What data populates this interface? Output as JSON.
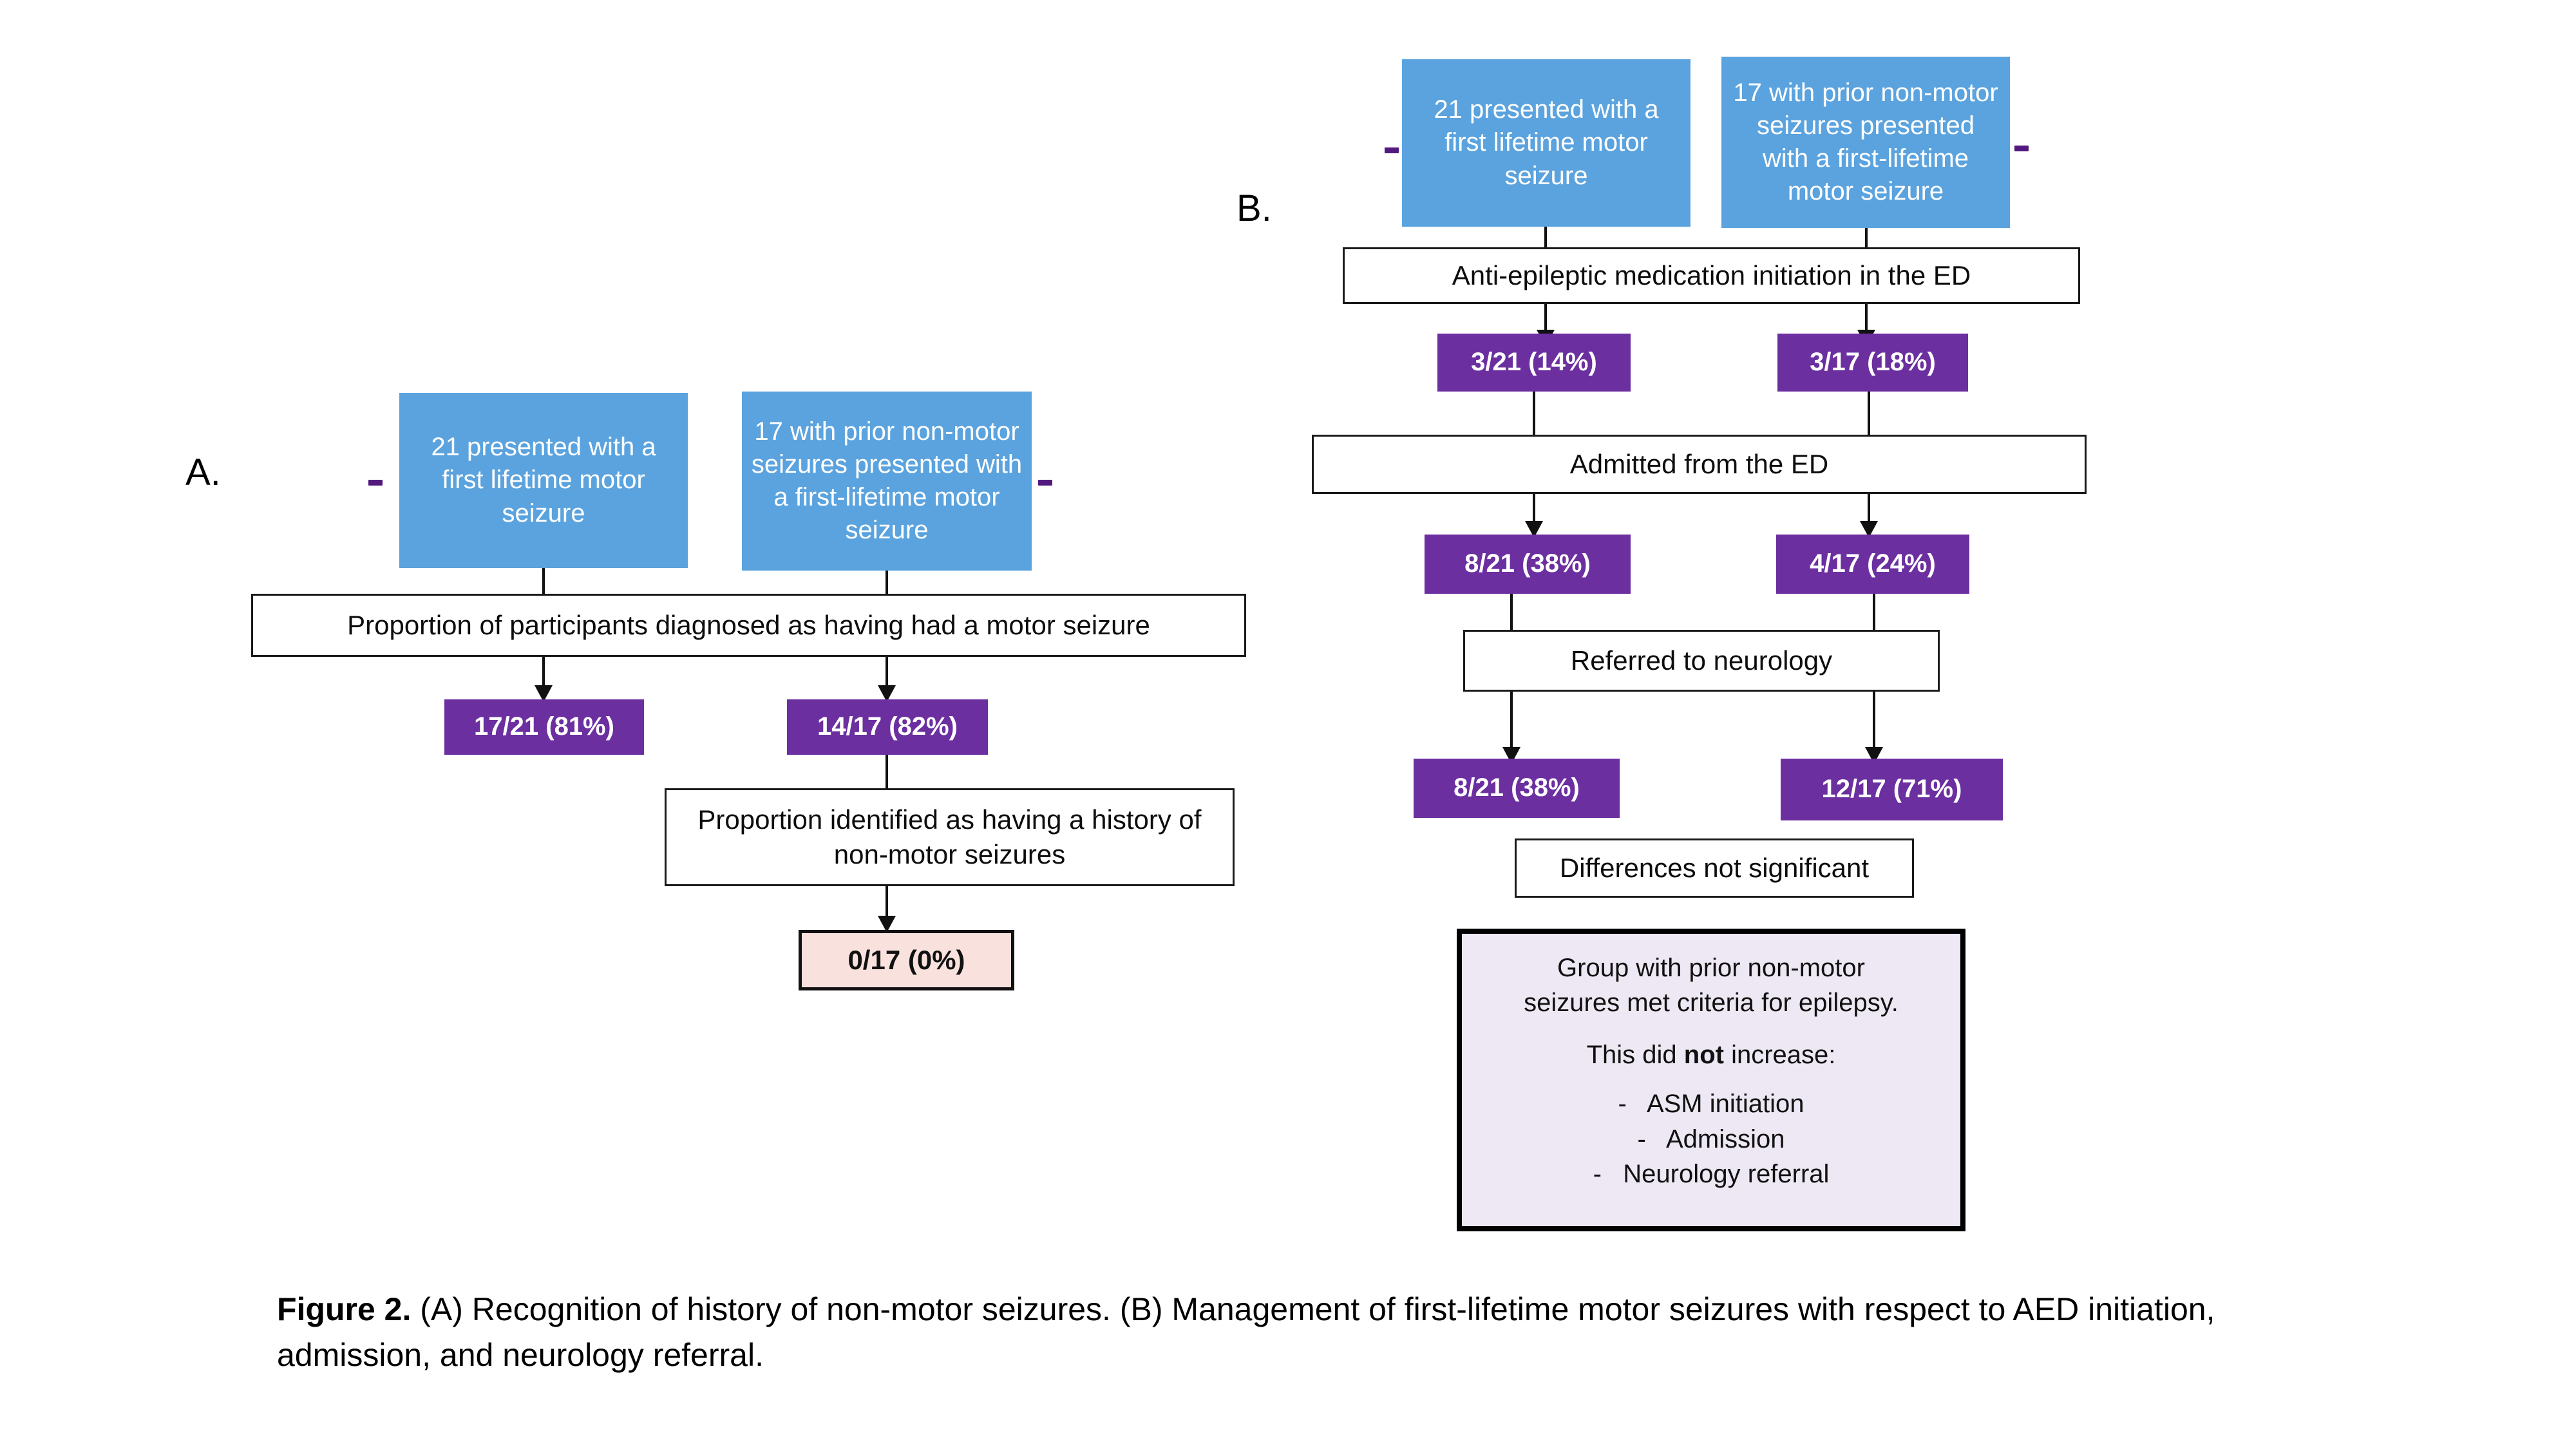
{
  "figure": {
    "caption_bold": "Figure 2.",
    "caption_rest": " (A) Recognition of history of non-motor seizures. (B) Management of first-lifetime motor seizures with respect to AED initiation, admission, and neurology referral."
  },
  "panel_a": {
    "letter": "A.",
    "source_left": "21 presented with a first lifetime motor seizure",
    "source_right": "17 with prior non-motor seizures presented with a first-lifetime motor seizure",
    "process_1": "Proportion of participants diagnosed as having had a motor seizure",
    "result_left": "17/21 (81%)",
    "result_right": "14/17 (82%)",
    "process_2": "Proportion identified as having a history of non-motor seizures",
    "result_final": "0/17 (0%)"
  },
  "panel_b": {
    "letter": "B.",
    "source_left": "21 presented with a first lifetime motor seizure",
    "source_right": "17 with prior non-motor seizures presented with a first-lifetime motor seizure",
    "process_1": "Anti-epileptic medication initiation in the ED",
    "result_1_left": "3/21 (14%)",
    "result_1_right": "3/17 (18%)",
    "process_2": "Admitted from the ED",
    "result_2_left": "8/21 (38%)",
    "result_2_right": "4/17 (24%)",
    "process_3": "Referred to neurology",
    "result_3_left": "8/21 (38%)",
    "result_3_right": "12/17 (71%)",
    "significance": "Differences not significant",
    "summary": {
      "line_1": "Group with prior non-motor",
      "line_2": "seizures  met criteria for epilepsy.",
      "line_3_pre": "This did ",
      "line_3_bold": "not",
      "line_3_post": " increase:",
      "bullet_1": "-   ASM initiation",
      "bullet_2": "-   Admission",
      "bullet_3": "-   Neurology referral"
    }
  },
  "colors": {
    "blue_box": "#5BA3DE",
    "purple_box": "#6B2FA0",
    "pink_box": "#F9E2DD",
    "summary_bg": "#EDE8F3",
    "line": "#111111",
    "dash_marker": "#53197E"
  }
}
